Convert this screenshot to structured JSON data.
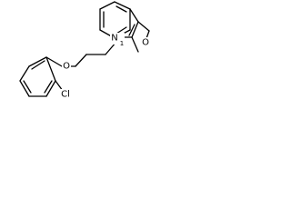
{
  "structure": {
    "colors": {
      "bond": "#000000",
      "label": "#000000",
      "background": "#ffffff"
    },
    "atoms": {
      "nitrogen": "N",
      "nitrogen_locant": "1",
      "aldehyde_oxygen": "O",
      "ether_oxygen": "O",
      "chlorine": "Cl"
    }
  }
}
